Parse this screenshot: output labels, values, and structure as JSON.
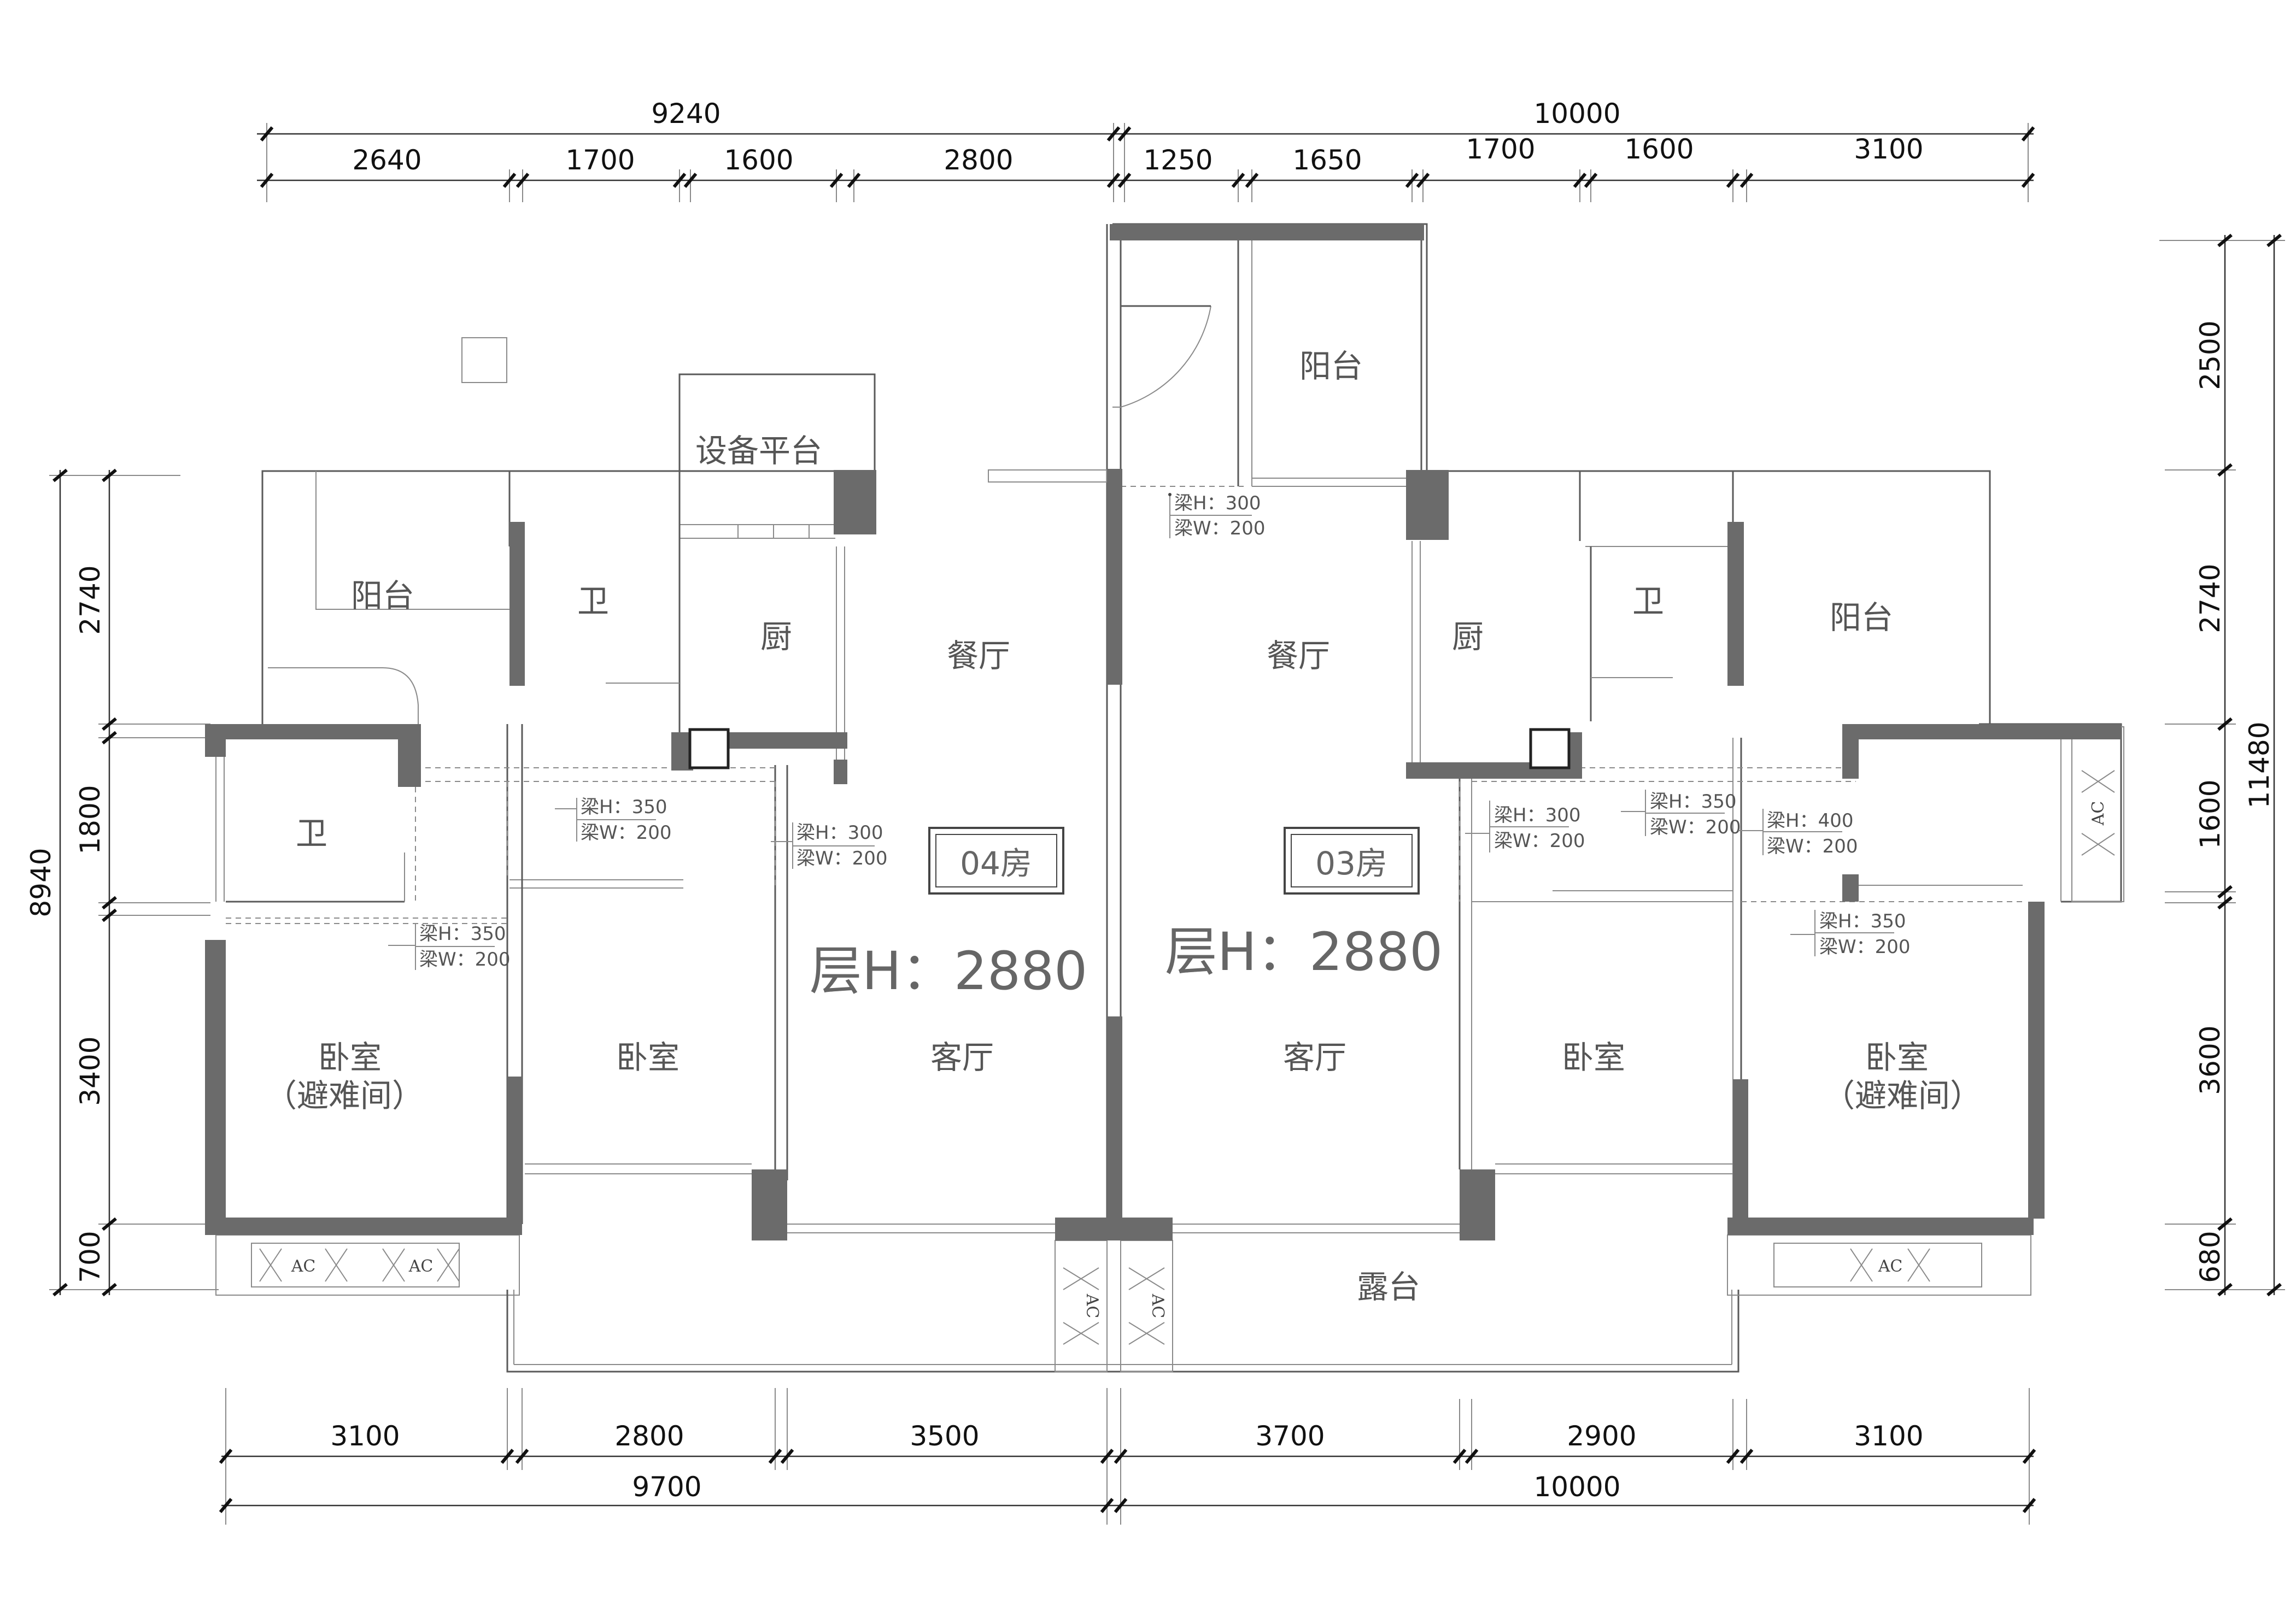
{
  "dimensions": {
    "top_total_left": "9240",
    "top_total_right": "10000",
    "top_segments": [
      "2640",
      "1700",
      "1600",
      "2800",
      "1250",
      "1650",
      "1700",
      "1600",
      "3100"
    ],
    "bottom_segments": [
      "3100",
      "2800",
      "3500",
      "3700",
      "2900",
      "3100"
    ],
    "bottom_total_left": "9700",
    "bottom_total_right": "10000",
    "left_total": "8940",
    "left_segments": [
      "2740",
      "1800",
      "3400",
      "700"
    ],
    "right_total": "11480",
    "right_segments": [
      "2500",
      "2740",
      "1600",
      "3600",
      "680"
    ]
  },
  "units": {
    "left": "04房",
    "right": "03房",
    "floor_height_left": "层H：2880",
    "floor_height_right": "层H：2880"
  },
  "rooms": {
    "balcony_left": "阳台",
    "equipment_platform": "设备平台",
    "bath_left_upper": "卫",
    "kitchen_left": "厨",
    "dining_left": "餐厅",
    "bath_left_lower": "卫",
    "bedroom_left_refuge": "卧室",
    "refuge_note_left": "（避难间）",
    "bedroom_left": "卧室",
    "living_left": "客厅",
    "balcony_top_right": "阳台",
    "dining_right": "餐厅",
    "kitchen_right": "厨",
    "bath_right": "卫",
    "balcony_right": "阳台",
    "living_right": "客厅",
    "bedroom_right": "卧室",
    "bedroom_right_refuge": "卧室",
    "refuge_note_right": "（避难间）",
    "terrace": "露台"
  },
  "beams": [
    {
      "h": "梁H：300",
      "w": "梁W：200"
    },
    {
      "h": "梁H：350",
      "w": "梁W：200"
    },
    {
      "h": "梁H：300",
      "w": "梁W：200"
    },
    {
      "h": "梁H：350",
      "w": "梁W：200"
    },
    {
      "h": "梁H：300",
      "w": "梁W：200"
    },
    {
      "h": "梁H：350",
      "w": "梁W：200"
    },
    {
      "h": "梁H：400",
      "w": "梁W：200"
    },
    {
      "h": "梁H：350",
      "w": "梁W：200"
    }
  ],
  "ac_label": "AC"
}
